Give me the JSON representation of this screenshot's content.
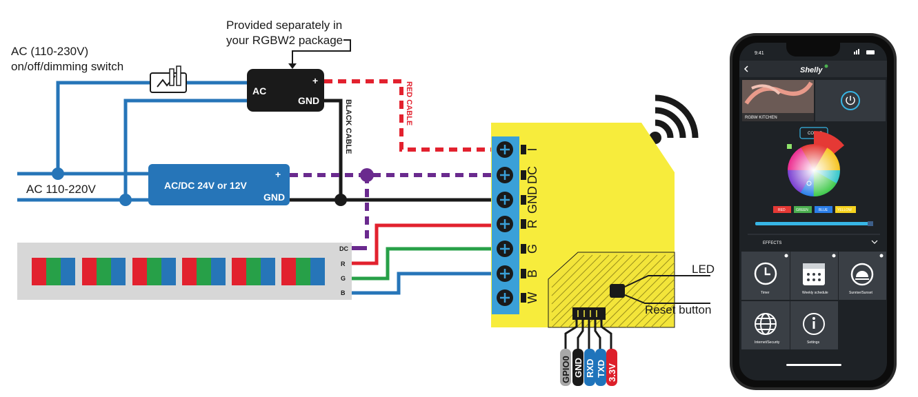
{
  "labels": {
    "ac_switch_line1": "AC (110-230V)",
    "ac_switch_line2": "on/off/dimming switch",
    "provided_line1": "Provided separately in",
    "provided_line2": "your RGBW2 package",
    "ac_supply": "AC 110-220V",
    "black_cable": "BLACK CABLE",
    "red_cable": "RED CABLE",
    "led": "LED",
    "reset_button": "Reset button"
  },
  "adapter": {
    "ac": "AC",
    "plus": "+",
    "gnd": "GND"
  },
  "psu": {
    "label": "AC/DC 24V or 12V",
    "plus": "+",
    "gnd": "GND"
  },
  "strip": {
    "terminals": [
      "DC",
      "R",
      "G",
      "B"
    ]
  },
  "device": {
    "terminals": [
      "I",
      "DC",
      "GND",
      "R",
      "G",
      "B",
      "W"
    ]
  },
  "header_pins": [
    "GPIO0",
    "GND",
    "RXD",
    "TXD",
    "3.3V"
  ],
  "colors": {
    "blue_wire": "#2675b8",
    "black_wire": "#1a1a1a",
    "red_wire": "#e2212e",
    "green_wire": "#27a048",
    "purple_wire": "#6a2a8e",
    "device_yellow": "#f7ec3c",
    "terminal_blue": "#3aa0d8",
    "strip_gray": "#d7d7d7",
    "pin_gray": "#a8a8a8",
    "pin_blue": "#1f74bb",
    "pin_red": "#dd1f2a"
  },
  "icons": [
    "switch-icon",
    "wifi-icon",
    "smartphone",
    "timer-icon",
    "calendar-icon",
    "sunrise-icon",
    "globe-icon",
    "info-icon",
    "power-icon"
  ],
  "phone": {
    "time": "9:41",
    "brand": "Shelly",
    "device_name": "RGBW KITCHEN",
    "mode_button": "COLOR",
    "color_buttons": [
      "RED",
      "GREEN",
      "BLUE",
      "YELLOW"
    ],
    "effects_label": "EFFECTS",
    "tiles": [
      "Timer",
      "Weekly schedule",
      "Sunrise/Sunset",
      "Internet/Security",
      "Settings"
    ]
  }
}
